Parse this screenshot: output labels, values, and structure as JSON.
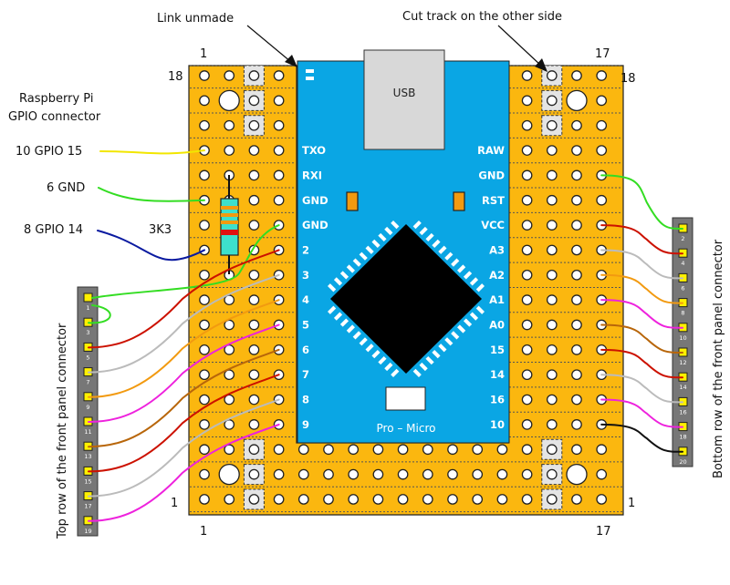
{
  "annotations": {
    "link_unmade": "Link unmade",
    "cut_track": "Cut track on the other side",
    "rpi_title_line1": "Raspberry Pi",
    "rpi_title_line2": "GPIO connector",
    "resistor_value": "3K3"
  },
  "rpi_connections": [
    {
      "label": "10 GPIO 15",
      "color": "#f2e600"
    },
    {
      "label": "6 GND",
      "color": "#33dd22"
    },
    {
      "label": "8 GPIO 14",
      "color": "#0a1aa0"
    }
  ],
  "board_numbers": {
    "top_left_col": "1",
    "top_right_col": "17",
    "left_row_top": "18",
    "right_row_top": "18",
    "left_row_bottom": "1",
    "right_row_bottom": "1",
    "bottom_left_col": "1",
    "bottom_right_col": "17"
  },
  "pro_micro": {
    "name": "Pro – Micro",
    "usb_label": "USB",
    "left_pins": [
      "TXO",
      "RXI",
      "GND",
      "GND",
      "2",
      "3",
      "4",
      "5",
      "6",
      "7",
      "8",
      "9"
    ],
    "right_pins": [
      "RAW",
      "GND",
      "RST",
      "VCC",
      "A3",
      "A2",
      "A1",
      "A0",
      "15",
      "14",
      "16",
      "10"
    ]
  },
  "top_connector": {
    "title": "Top row of the front panel connector",
    "pins": [
      "1",
      "3",
      "5",
      "7",
      "9",
      "11",
      "13",
      "15",
      "17",
      "19"
    ]
  },
  "bottom_connector": {
    "title": "Bottom row of the front panel connector",
    "pins": [
      "2",
      "4",
      "6",
      "8",
      "10",
      "12",
      "14",
      "16",
      "18",
      "20"
    ]
  },
  "left_wires": [
    {
      "from_pin": "GND",
      "to_header_pin": "1",
      "color": "#33dd22"
    },
    {
      "from_pin": "2",
      "to_header_pin": "5",
      "color": "#cc1100"
    },
    {
      "from_pin": "3",
      "to_header_pin": "7",
      "color": "#bbbbbb"
    },
    {
      "from_pin": "4",
      "to_header_pin": "9",
      "color": "#f29a10"
    },
    {
      "from_pin": "5",
      "to_header_pin": "11",
      "color": "#ee22dd"
    },
    {
      "from_pin": "6",
      "to_header_pin": "13",
      "color": "#b8660a"
    },
    {
      "from_pin": "7",
      "to_header_pin": "15",
      "color": "#cc1100"
    },
    {
      "from_pin": "8",
      "to_header_pin": "17",
      "color": "#bbbbbb"
    },
    {
      "from_pin": "9",
      "to_header_pin": "19",
      "color": "#ee22dd"
    },
    {
      "from_pin": "1",
      "to_header_pin": "3",
      "color": "#33dd22"
    }
  ],
  "right_wires": [
    {
      "from_pin": "GND",
      "to_header_pin": "2",
      "color": "#33dd22"
    },
    {
      "from_pin": "VCC",
      "to_header_pin": "4",
      "color": "#cc1100"
    },
    {
      "from_pin": "A3",
      "to_header_pin": "6",
      "color": "#bbbbbb"
    },
    {
      "from_pin": "A2",
      "to_header_pin": "8",
      "color": "#f29a10"
    },
    {
      "from_pin": "A1",
      "to_header_pin": "10",
      "color": "#ee22dd"
    },
    {
      "from_pin": "A0",
      "to_header_pin": "12",
      "color": "#b8660a"
    },
    {
      "from_pin": "15",
      "to_header_pin": "14",
      "color": "#cc1100"
    },
    {
      "from_pin": "14",
      "to_header_pin": "16",
      "color": "#bbbbbb"
    },
    {
      "from_pin": "16",
      "to_header_pin": "18",
      "color": "#ee22dd"
    },
    {
      "from_pin": "10",
      "to_header_pin": "20",
      "color": "#111111"
    }
  ],
  "colors": {
    "stripboard": "#fbb70f",
    "pro_micro": "#0aa6e4",
    "usb": "#d8d8d8",
    "chip": "#000000",
    "header": "#777777",
    "header_pad": "#fff000"
  }
}
